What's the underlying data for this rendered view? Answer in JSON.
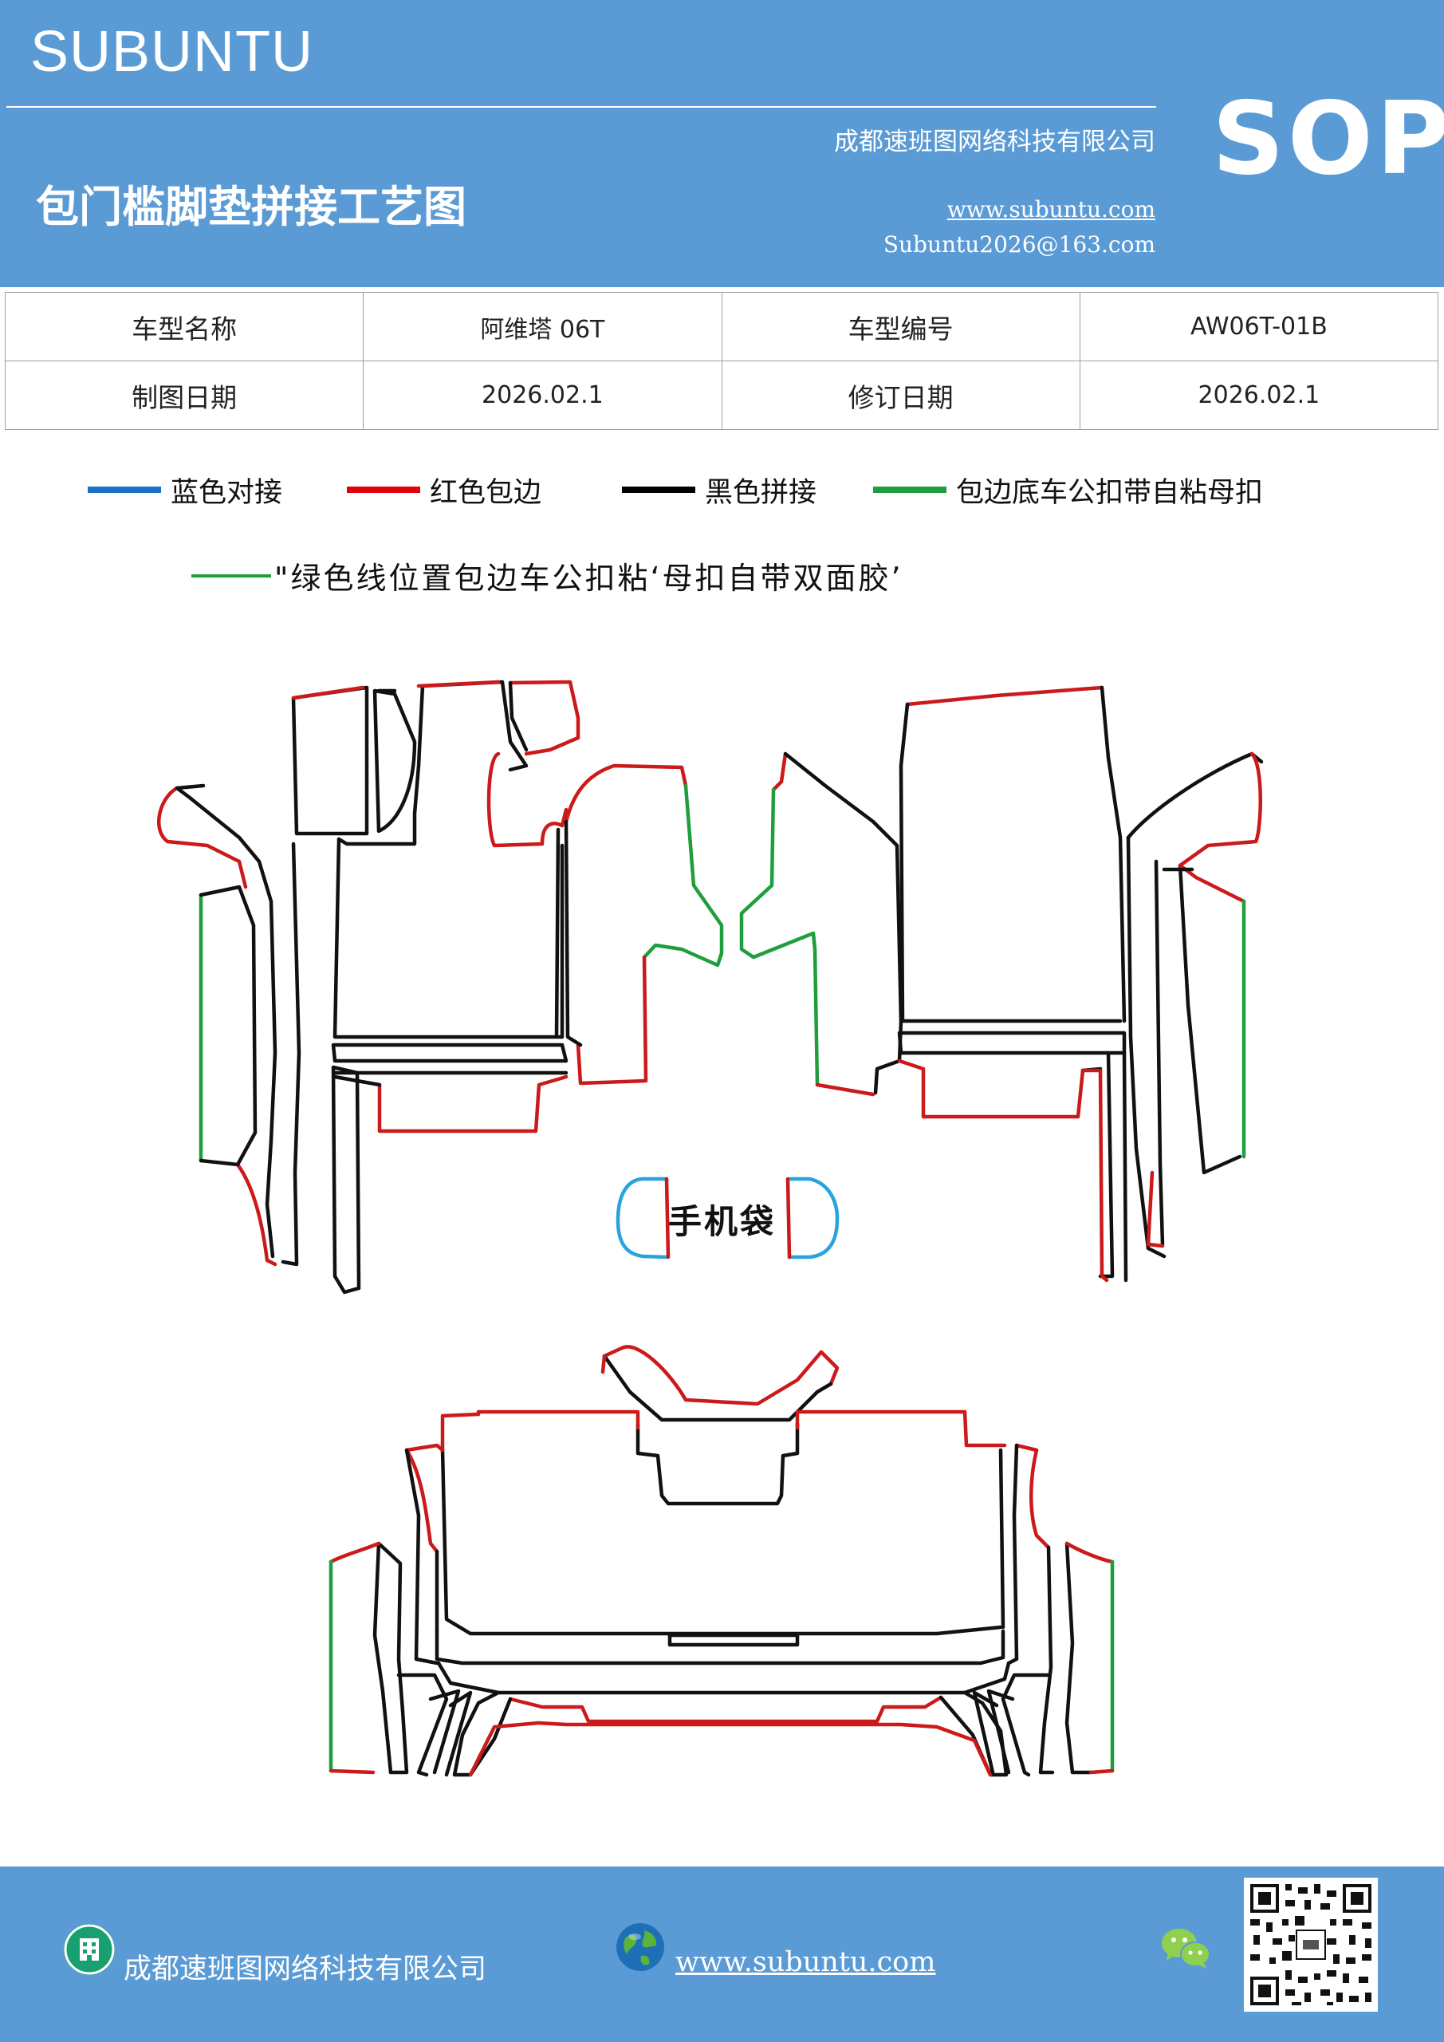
{
  "header": {
    "brand": "SUBUNTU",
    "sop": "SOP",
    "company": "成都速班图网络科技有限公司",
    "title": "包门槛脚垫拼接工艺图",
    "website": "www.subuntu.com",
    "email": "Subuntu2026@163.com"
  },
  "info_table": {
    "rows": [
      [
        {
          "label": "车型名称"
        },
        {
          "value": "阿维塔 06T"
        },
        {
          "label": "车型编号"
        },
        {
          "value": "AW06T-01B"
        }
      ],
      [
        {
          "label": "制图日期"
        },
        {
          "value": "2026.02.1"
        },
        {
          "label": "修订日期"
        },
        {
          "value": "2026.02.1"
        }
      ]
    ]
  },
  "legend": [
    {
      "label": "蓝色对接",
      "color": "#1a73c8"
    },
    {
      "label": "红色包边",
      "color": "#e3000b"
    },
    {
      "label": "黑色拼接",
      "color": "#000000"
    },
    {
      "label": "包边底车公扣带自粘母扣",
      "color": "#1e9e3c"
    }
  ],
  "note": {
    "text": "\"绿色线位置包边车公扣粘‘母扣自带双面胶’",
    "color": "#1e9e3c"
  },
  "diagram": {
    "phone_bag_label": "手机袋",
    "colors": {
      "blue": "#29a3dc",
      "red": "#cc1a1a",
      "black": "#111111",
      "green": "#1e9e3c"
    }
  },
  "footer": {
    "company": "成都速班图网络科技有限公司",
    "website": "www.subuntu.com ",
    "icons": [
      "building-icon",
      "globe-icon",
      "wechat-icon",
      "qr-code"
    ]
  }
}
